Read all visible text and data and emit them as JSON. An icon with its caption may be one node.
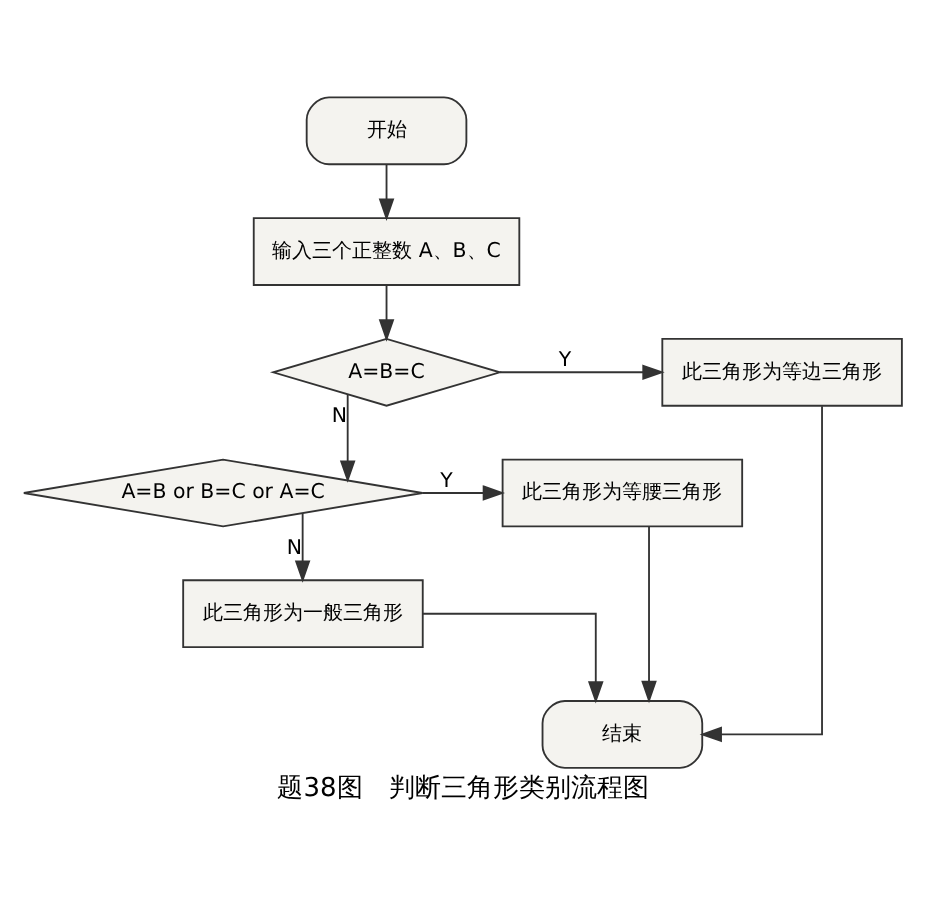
{
  "diagram": {
    "caption": "题38图　判断三角形类别流程图",
    "nodes": [
      {
        "text": [
          "开始"
        ]
      },
      {
        "text": [
          "输入三个正整数 A、B、C"
        ]
      },
      {
        "text": [
          "A=B=C"
        ]
      },
      {
        "text": [
          "此三角形为等边三角形"
        ]
      },
      {
        "text": [
          "A=B or B=C or A=C"
        ]
      },
      {
        "text": [
          "此三角形为等腰三角形"
        ]
      },
      {
        "text": [
          "此三角形为一般三角形"
        ]
      },
      {
        "text": [
          "结束"
        ]
      }
    ],
    "edges": [
      {
        "from": 0,
        "to": 1,
        "arrow": "to"
      },
      {
        "from": 1,
        "to": 2,
        "arrow": "to"
      },
      {
        "from": 2,
        "to": 3,
        "arrow": "to",
        "label": "Y"
      },
      {
        "from": 2,
        "to": 4,
        "arrow": "to",
        "label": "N"
      },
      {
        "from": 4,
        "to": 5,
        "arrow": "to",
        "label": "Y"
      },
      {
        "from": 4,
        "to": 6,
        "arrow": "to",
        "label": "N"
      },
      {
        "from": 6,
        "to": 7,
        "arrow": "to"
      },
      {
        "from": 5,
        "to": 7,
        "arrow": "to"
      },
      {
        "from": 3,
        "to": 7,
        "arrow": "to"
      }
    ]
  }
}
